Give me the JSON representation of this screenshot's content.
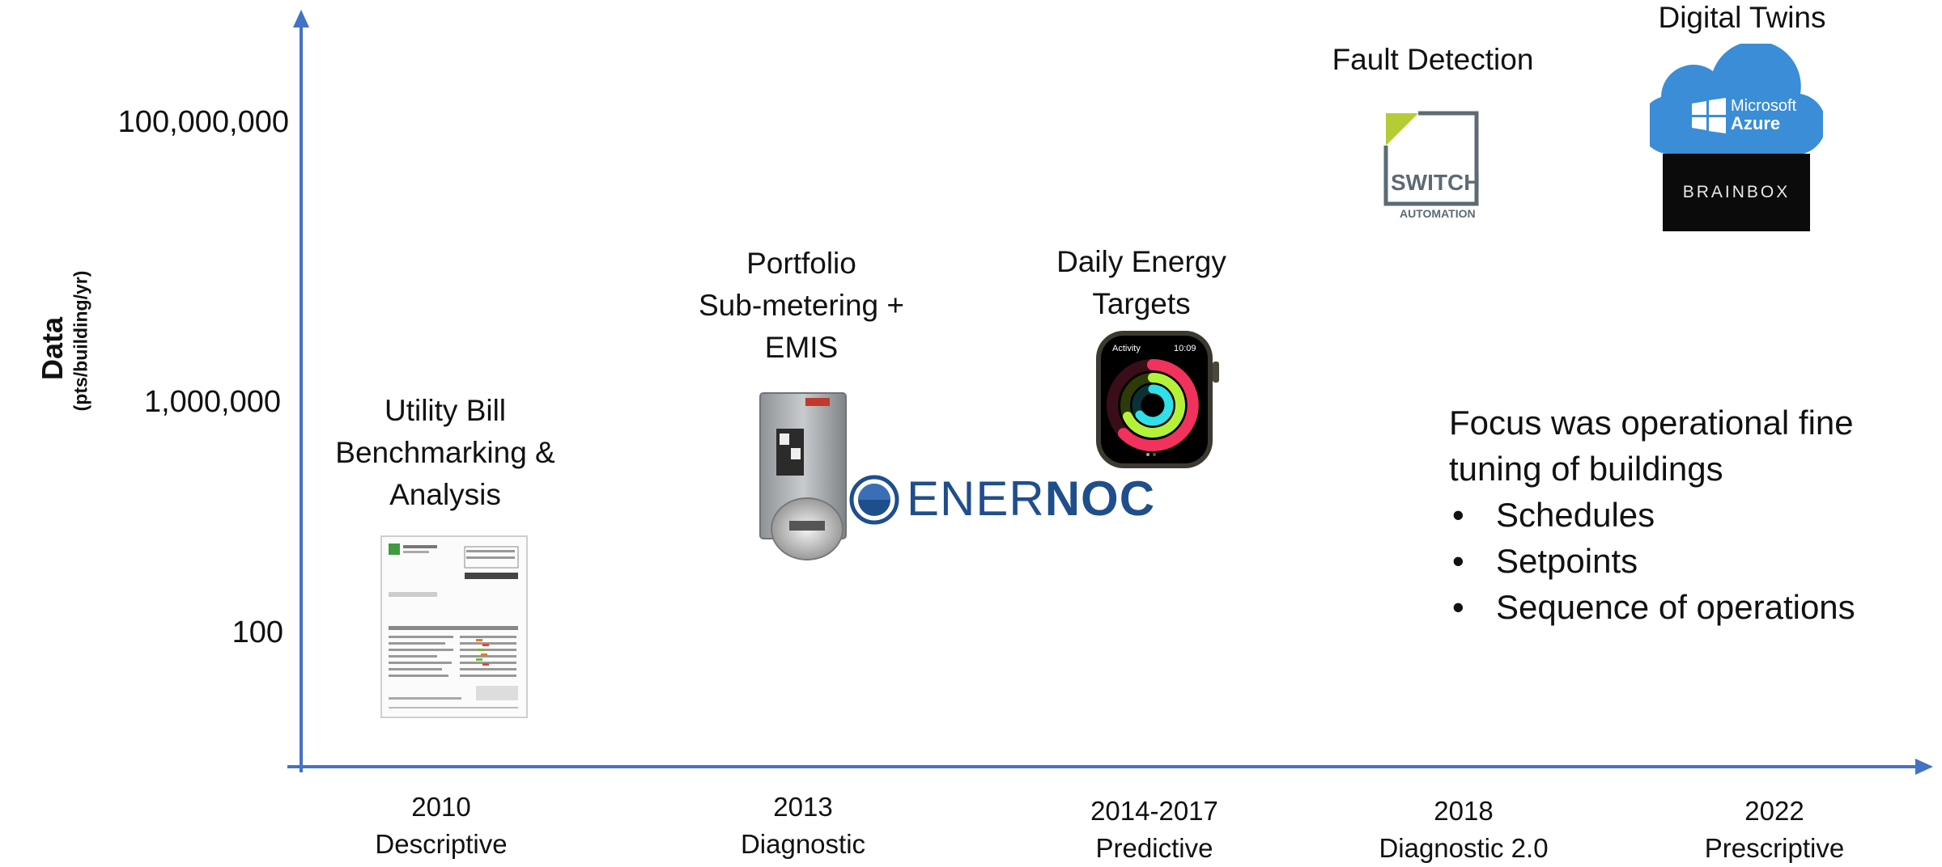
{
  "y_axis": {
    "title": "Data",
    "units": "(pts/building/yr)",
    "ticks": [
      "100,000,000",
      "1,000,000",
      "100"
    ]
  },
  "x_axis": {
    "labels": [
      {
        "year": "2010",
        "stage": "Descriptive"
      },
      {
        "year": "2013",
        "stage": "Diagnostic"
      },
      {
        "year": "2014-2017",
        "stage": "Predictive"
      },
      {
        "year": "2018",
        "stage": "Diagnostic 2.0"
      },
      {
        "year": "2022",
        "stage": "Prescriptive"
      }
    ]
  },
  "milestones": {
    "utility": [
      "Utility Bill",
      "Benchmarking &",
      "Analysis"
    ],
    "portfolio": [
      "Portfolio",
      "Sub-metering +",
      "EMIS"
    ],
    "daily": [
      "Daily Energy",
      "Targets"
    ],
    "fault": "Fault Detection",
    "twins": "Digital Twins"
  },
  "logos": {
    "enernoc_light": "ENER",
    "enernoc_bold": "NOC",
    "switch_word": "SWITCH",
    "switch_sub": "AUTOMATION",
    "azure_line1": "Microsoft",
    "azure_line2": "Azure",
    "brainbox": "BRAINBOX",
    "watch_app": "Activity",
    "watch_time": "10:09"
  },
  "focus": {
    "heading_line1": "Focus was operational fine",
    "heading_line2": "tuning of buildings",
    "bullet": "•",
    "items": [
      "Schedules",
      "Setpoints",
      "Sequence of operations"
    ]
  },
  "colors": {
    "axis": "#4472c4",
    "enernoc_blue": "#1f4e8c",
    "azure_blue": "#3a8dd6",
    "switch_green": "#b5cc34"
  }
}
